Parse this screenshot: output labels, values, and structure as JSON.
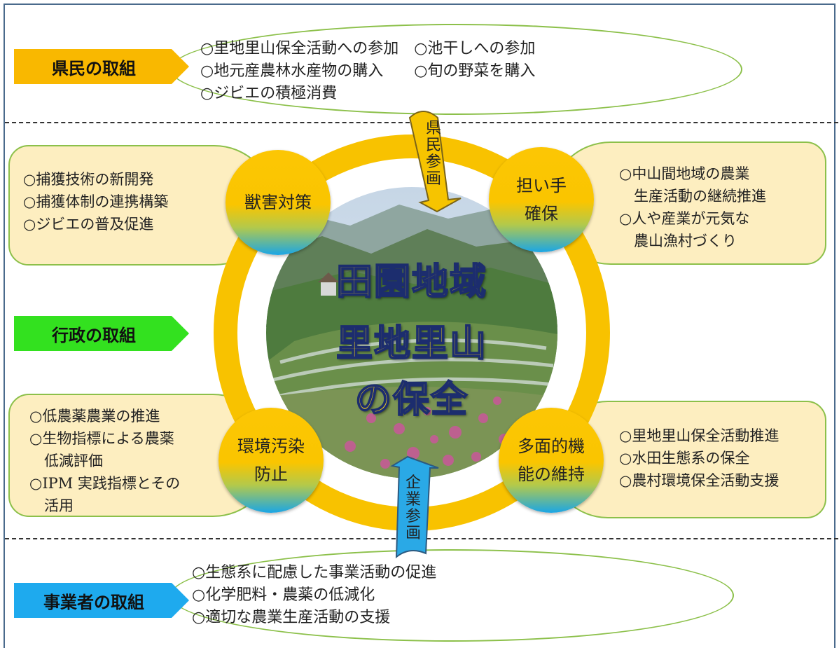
{
  "citizens": {
    "tag": "県民の取組",
    "lines": "○里地里山保全活動への参加　○池干しへの参加\n○地元産農林水産物の購入　　○旬の野菜を購入\n○ジビエの積極消費"
  },
  "government": {
    "tag": "行政の取組"
  },
  "business": {
    "tag": "事業者の取組",
    "lines": "○生態系に配慮した事業活動の促進\n○化学肥料・農薬の低減化\n○適切な農業生産活動の支援"
  },
  "center": {
    "title_lines": [
      "田園地域",
      "里地里山",
      "の保全"
    ]
  },
  "nodes": {
    "wildlife": {
      "label": "獣害対策"
    },
    "successor": {
      "label": "担い手\n確保"
    },
    "pollution": {
      "label": "環境汚染\n防止"
    },
    "multifunction": {
      "label": "多面的機\n能の維持"
    }
  },
  "bubbles": {
    "wildlife": "○捕獲技術の新開発\n○捕獲体制の連携構築\n○ジビエの普及促進",
    "successor": "○中山間地域の農業\n　生産活動の継続推進\n○人や産業が元気な\n　農山漁村づくり",
    "pollution": "○低農薬農業の推進\n○生物指標による農薬\n　低減評価\n○IPM 実践指標とその\n　活用",
    "multifunction": "○里地里山保全活動推進\n○水田生態系の保全\n○農村環境保全活動支援"
  },
  "arrows": {
    "citizen_participation": "県\n民\n参\n画",
    "business_participation": "企\n業\n参\n画"
  },
  "colors": {
    "citizens_tag": "#f9b800",
    "government_tag": "#33e11f",
    "business_tag": "#1eaaee",
    "ring": "#f8c200",
    "bubble_fill": "#fdeec0",
    "outline_green": "#8cc04a"
  }
}
